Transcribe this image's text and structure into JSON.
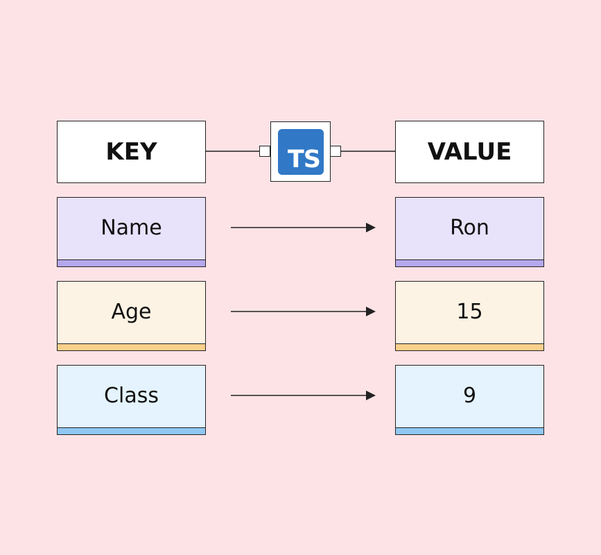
{
  "header": {
    "key_label": "KEY",
    "value_label": "VALUE",
    "logo_text": "TS",
    "logo_color": "#3178c6"
  },
  "rows": [
    {
      "key": "Name",
      "value": "Ron",
      "fill": "#e8e2fb",
      "strip": "#b6a8ec"
    },
    {
      "key": "Age",
      "value": "15",
      "fill": "#fdf3e4",
      "strip": "#fbd08c"
    },
    {
      "key": "Class",
      "value": "9",
      "fill": "#e4f3fd",
      "strip": "#90c8f3"
    }
  ],
  "colors": {
    "background": "#fde3e6",
    "line": "#222222"
  }
}
